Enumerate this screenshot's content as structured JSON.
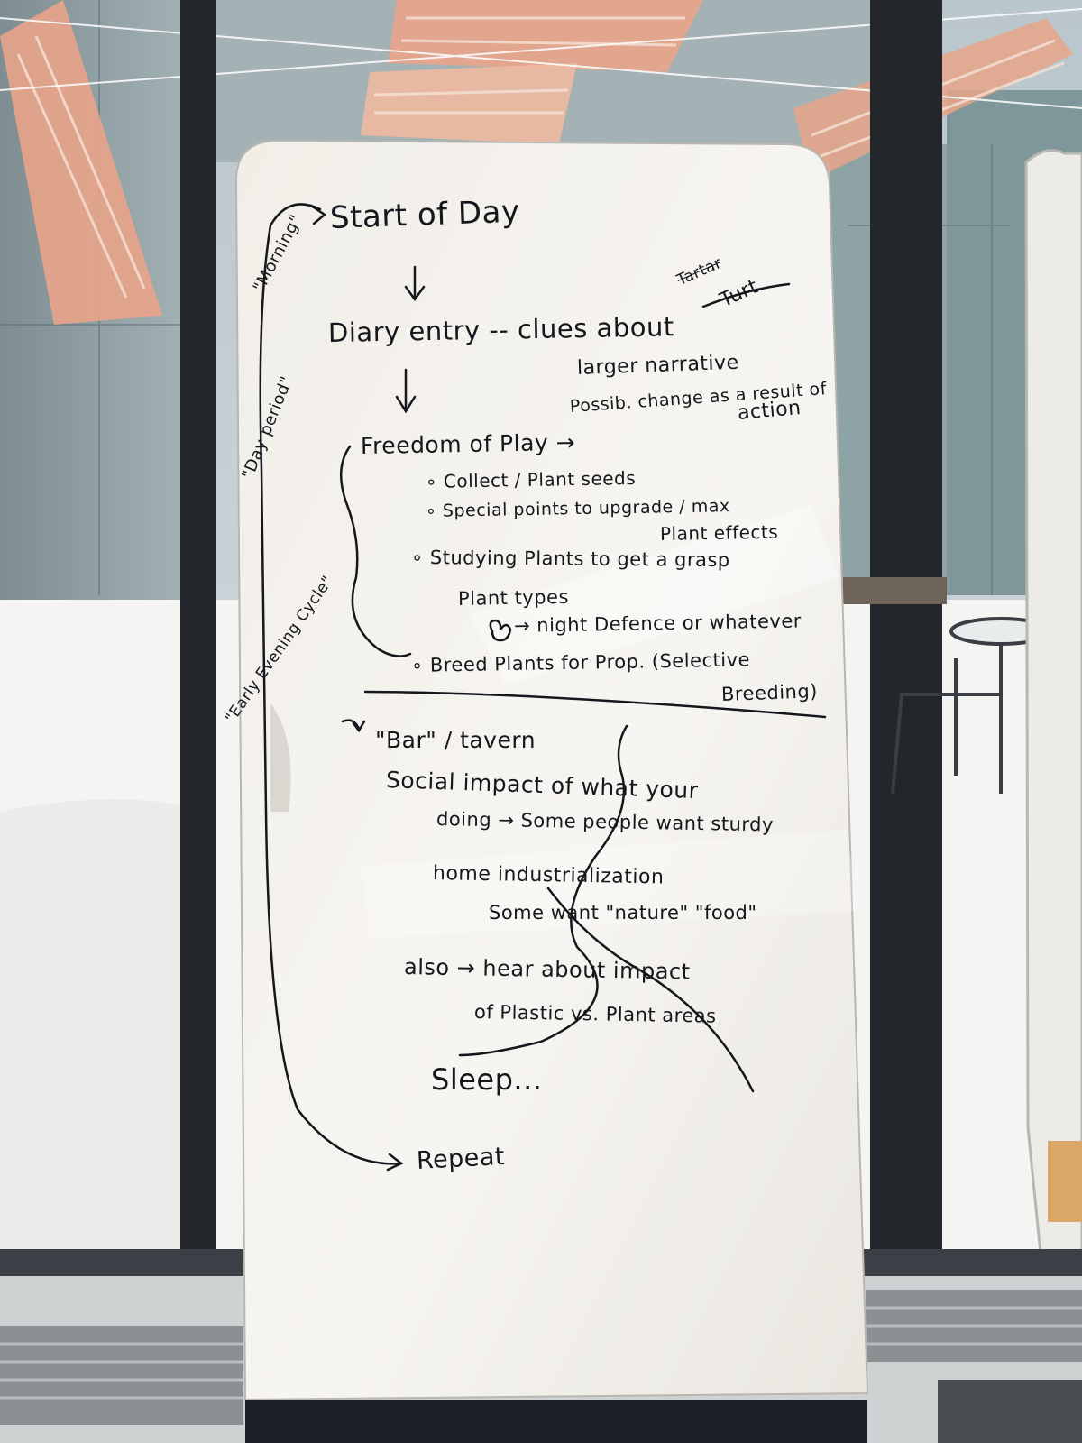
{
  "colors": {
    "ink": "#15171c",
    "board": "#f3f0ea",
    "window_frame": "#23272c",
    "snow": "#f4f4f2",
    "awning": "#e8a488",
    "board_base": "#1d2026"
  },
  "board": {
    "flow_title": "Start of Day",
    "phases": {
      "morning": "\"Morning\"",
      "day_period": "\"Day period\"",
      "early_evening": "\"Early Evening Cycle\""
    },
    "diary_entry": "Diary entry -- clues about",
    "larger_narrative": "larger narrative",
    "possible_change": "Possib. change as a result of",
    "action": "action",
    "corner_note_1": "Tartar",
    "corner_note_2": "Turt",
    "freedom_of_play": "Freedom of Play →",
    "bullets": [
      "Collect / Plant seeds",
      "Special points to upgrade / max",
      "Studying Plants to get a grasp"
    ],
    "plant_effects": "Plant effects",
    "plant_types": "Plant types",
    "night_defence": "→ night Defence  or whatever",
    "breed_plants": "Breed Plants for Prop. (Selective",
    "breeding": "Breeding)",
    "bar_tavern": "\"Bar\" / tavern",
    "social_impact": "Social impact of what your",
    "doing": "doing → Some people want sturdy",
    "home_industrialization": "home industrialization",
    "natural_food": "Some want \"nature\" \"food\"",
    "also_hear": "also → hear about impact",
    "plastic_vs_plant": "of Plastic vs. Plant areas",
    "sleep": "Sleep...",
    "repeat": "Repeat"
  }
}
